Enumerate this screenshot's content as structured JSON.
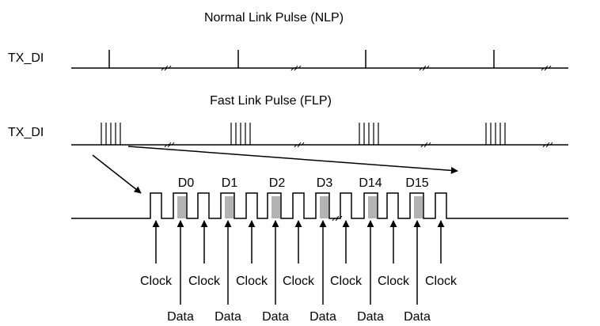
{
  "nlp_title": "Normal Link Pulse (NLP)",
  "flp_title": "Fast Link Pulse (FLP)",
  "nlp_signal_label": "TX_DI",
  "flp_signal_label": "TX_DI",
  "data_bit_labels": [
    "D0",
    "D1",
    "D2",
    "D3",
    "D14",
    "D15"
  ],
  "clock_labels": [
    "Clock",
    "Clock",
    "Clock",
    "Clock",
    "Clock",
    "Clock",
    "Clock"
  ],
  "data_labels": [
    "Data",
    "Data",
    "Data",
    "Data",
    "Data",
    "Data"
  ],
  "colors": {
    "line": "#000000",
    "data_slot": "#b3b3b3",
    "background": "#ffffff"
  }
}
